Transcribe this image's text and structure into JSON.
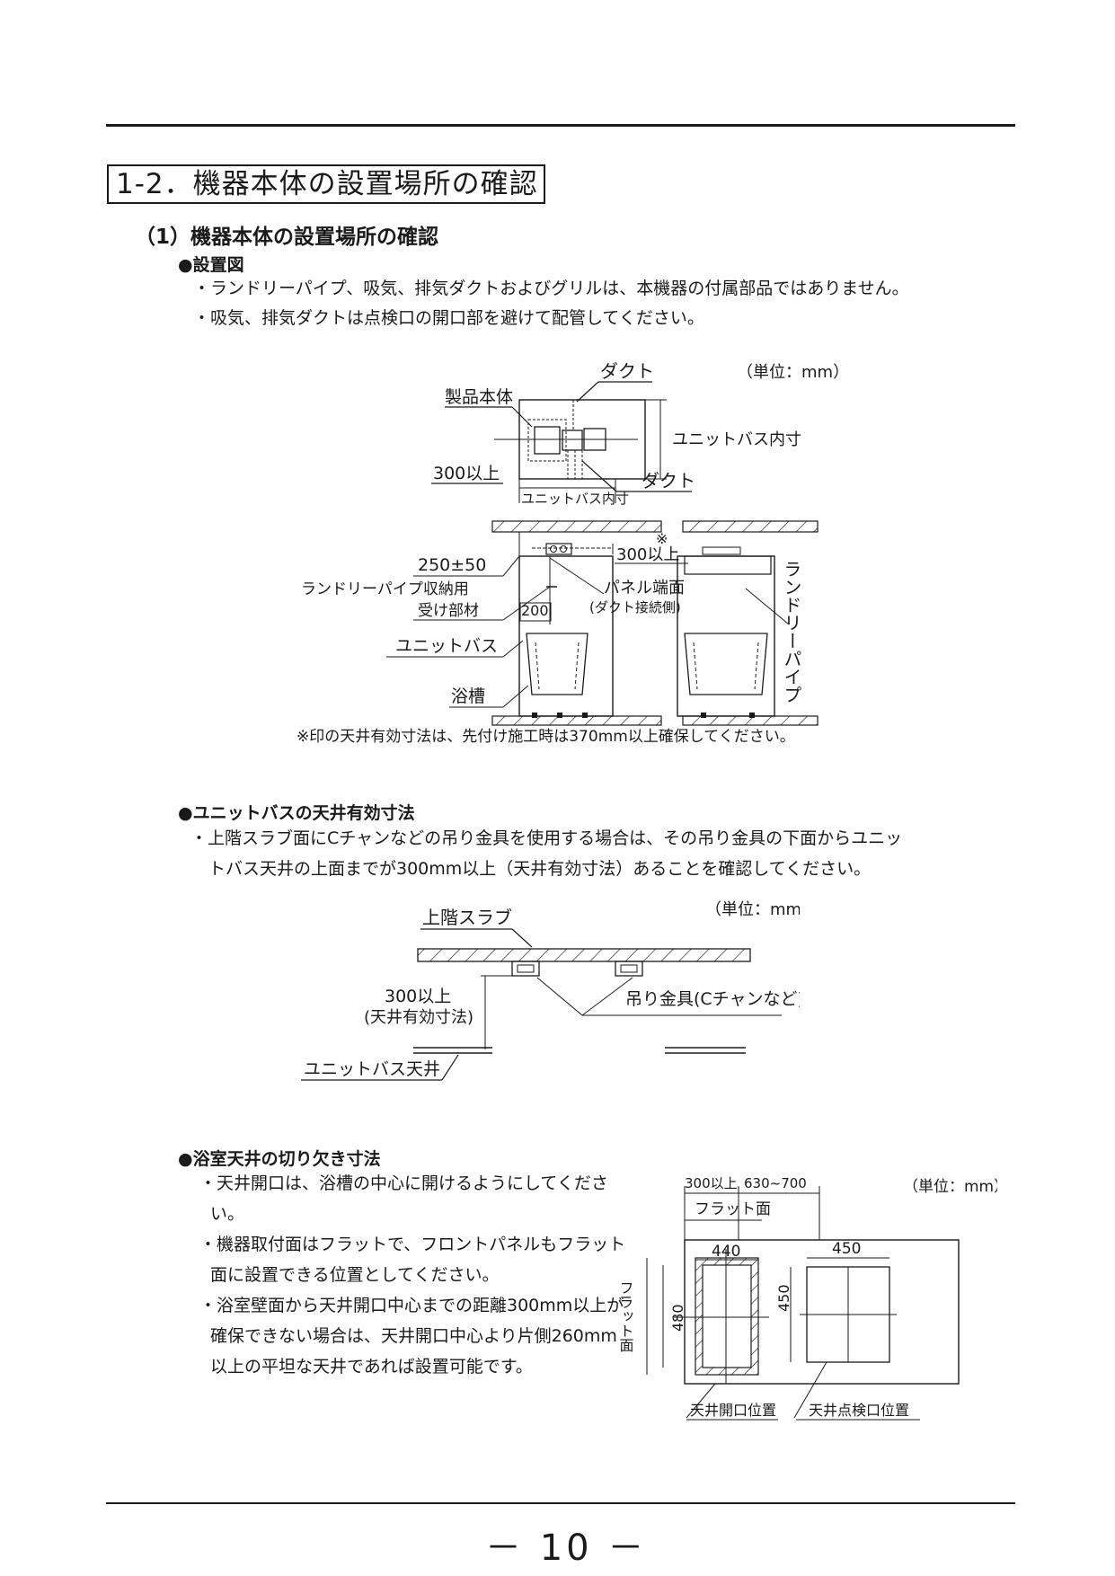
{
  "section": {
    "title": "1-2．機器本体の設置場所の確認"
  },
  "subsection": {
    "title": "（1）機器本体の設置場所の確認"
  },
  "install_diagram": {
    "heading": "設置図",
    "notes": [
      "・ランドリーパイプ、吸気、排気ダクトおよびグリルは、本機器の付属部品ではありません。",
      "・吸気、排気ダクトは点検口の開口部を避けて配管してください。"
    ],
    "unit": "（単位：mm）",
    "labels": {
      "duct_top": "ダクト",
      "product_body": "製品本体",
      "unit_bath_inner_right": "ユニットバス内寸",
      "min300": "300以上",
      "duct_bottom": "ダクト",
      "unit_bath_inner_bottom": "ユニットバス内寸",
      "dim_250": "250±50",
      "laundry_receiver": "ランドリーパイプ収納用",
      "receiver_part": "受け部材",
      "dim_200": "200",
      "unit_bath": "ユニットバス",
      "bathtub": "浴槽",
      "asterisk": "※",
      "min300_right": "300以上",
      "panel_edge": "パネル端面",
      "duct_connection": "(ダクト接続側)",
      "laundry_pipe_vertical": "ランドリーパイプ"
    },
    "footnote": "※印の天井有効寸法は、先付け施工時は370mm以上確保してください。"
  },
  "ceiling_effective": {
    "heading": "ユニットバスの天井有効寸法",
    "notes": [
      "・上階スラブ面にCチャンなどの吊り金具を使用する場合は、その吊り金具の下面からユニッ",
      "トバス天井の上面までが300mm以上（天井有効寸法）あることを確認してください。"
    ],
    "unit": "（単位：mm）",
    "labels": {
      "upper_slab": "上階スラブ",
      "min300": "300以上",
      "ceiling_effective_paren": "(天井有効寸法)",
      "hanger": "吊り金具(Cチャンなど)",
      "unit_bath_ceiling": "ユニットバス天井"
    }
  },
  "ceiling_cutout": {
    "heading": "浴室天井の切り欠き寸法",
    "notes": [
      "・天井開口は、浴槽の中心に開けるようにしてください。",
      "・機器取付面はフラットで、フロントパネルもフラット面に設置できる位置としてください。",
      "・浴室壁面から天井開口中心までの距離300mm以上が確保できない場合は、天井開口中心より片側260mm以上の平坦な天井であれば設置可能です。"
    ],
    "unit": "（単位：mm）",
    "labels": {
      "min300": "300以上",
      "range": "630~700",
      "flat_surface": "フラット面",
      "dim_440": "440",
      "dim_450_top": "450",
      "flat_surface_vertical": "フラット面",
      "dim_480": "480",
      "dim_450_side": "450",
      "opening_position": "天井開口位置",
      "inspection_position": "天井点検口位置"
    }
  },
  "page": {
    "number": "－ 10 －"
  }
}
